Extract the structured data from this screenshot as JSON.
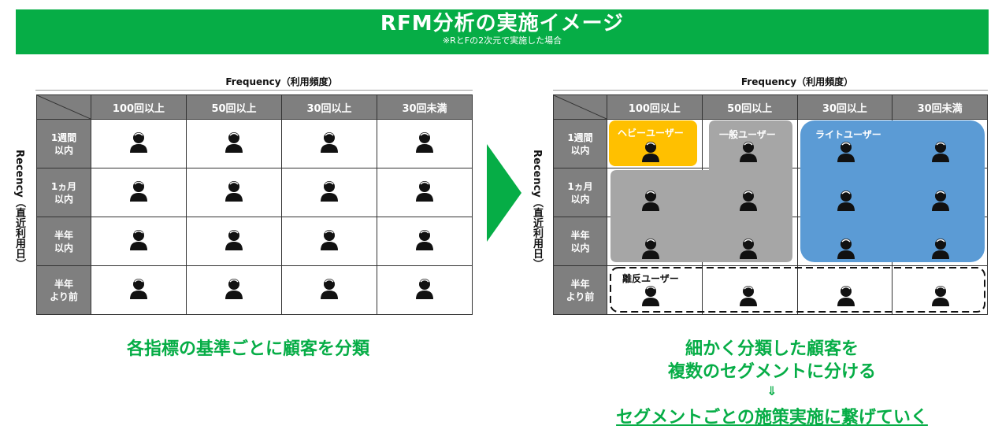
{
  "header": {
    "title": "RFM分析の実施イメージ",
    "subtitle": "※RとFの2次元で実施した場合"
  },
  "axes": {
    "frequency": "Frequency（利用頻度）",
    "recency": "Recency（直近利用日）"
  },
  "columns": [
    "100回以上",
    "50回以上",
    "30回以上",
    "30回未満"
  ],
  "rows": [
    "1週間\n以内",
    "1ヵ月\n以内",
    "半年\n以内",
    "半年\nより前"
  ],
  "segments": {
    "heavy": {
      "label": "ヘビーユーザー",
      "color": "#ffc000"
    },
    "general": {
      "label": "一般ユーザー",
      "color": "#a6a6a6"
    },
    "light": {
      "label": "ライトユーザー",
      "color": "#5b9bd5"
    },
    "churn": {
      "label": "離反ユーザー",
      "color": "#ffffff"
    }
  },
  "captions": {
    "left": "各指標の基準ごとに顧客を分類",
    "right_line1": "細かく分類した顧客を",
    "right_line2": "複数のセグメントに分ける",
    "down_arrow": "⇓",
    "right_line3": "セグメントごとの施策実施に繋げていく"
  },
  "colors": {
    "accent": "#06ad46",
    "header_cell": "#7f7f7f"
  }
}
